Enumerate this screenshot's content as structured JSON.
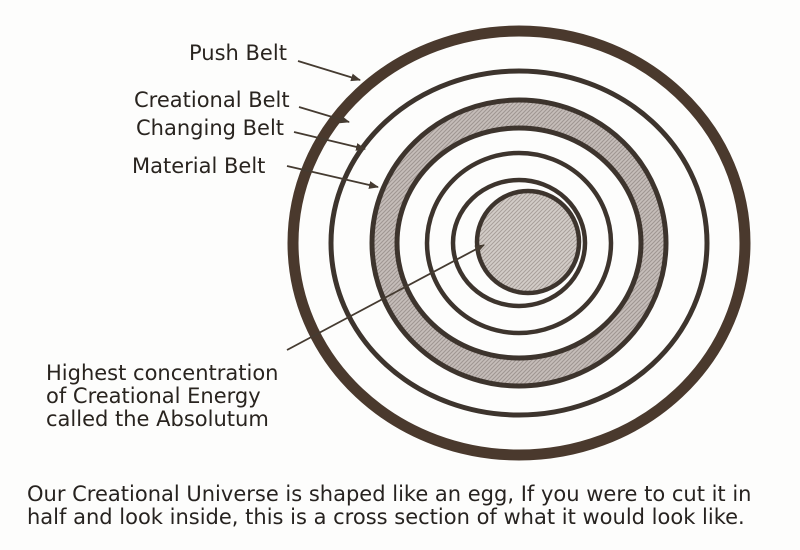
{
  "colors": {
    "background": "#fdfdfc",
    "text": "#29241f",
    "outer_ring": "#4a392d",
    "ring": "#3d342d",
    "arrow": "#453b31",
    "band_base": "#c6beba",
    "band_hatch_line": "#9f9692",
    "core_base": "#d3cdc8",
    "core_hatch_line": "#a89f9a"
  },
  "labels": {
    "push_belt": "Push Belt",
    "creational_belt": "Creational Belt",
    "changing_belt": "Changing Belt",
    "material_belt": "Material Belt"
  },
  "absolutum": {
    "line1": "Highest concentration",
    "line2": "of Creational Energy",
    "line3": "called the Absolutum"
  },
  "caption": {
    "line1": "Our Creational Universe is shaped like an egg, If you were to cut it in",
    "line2": "half and look inside, this is a cross section of what it would look like."
  }
}
